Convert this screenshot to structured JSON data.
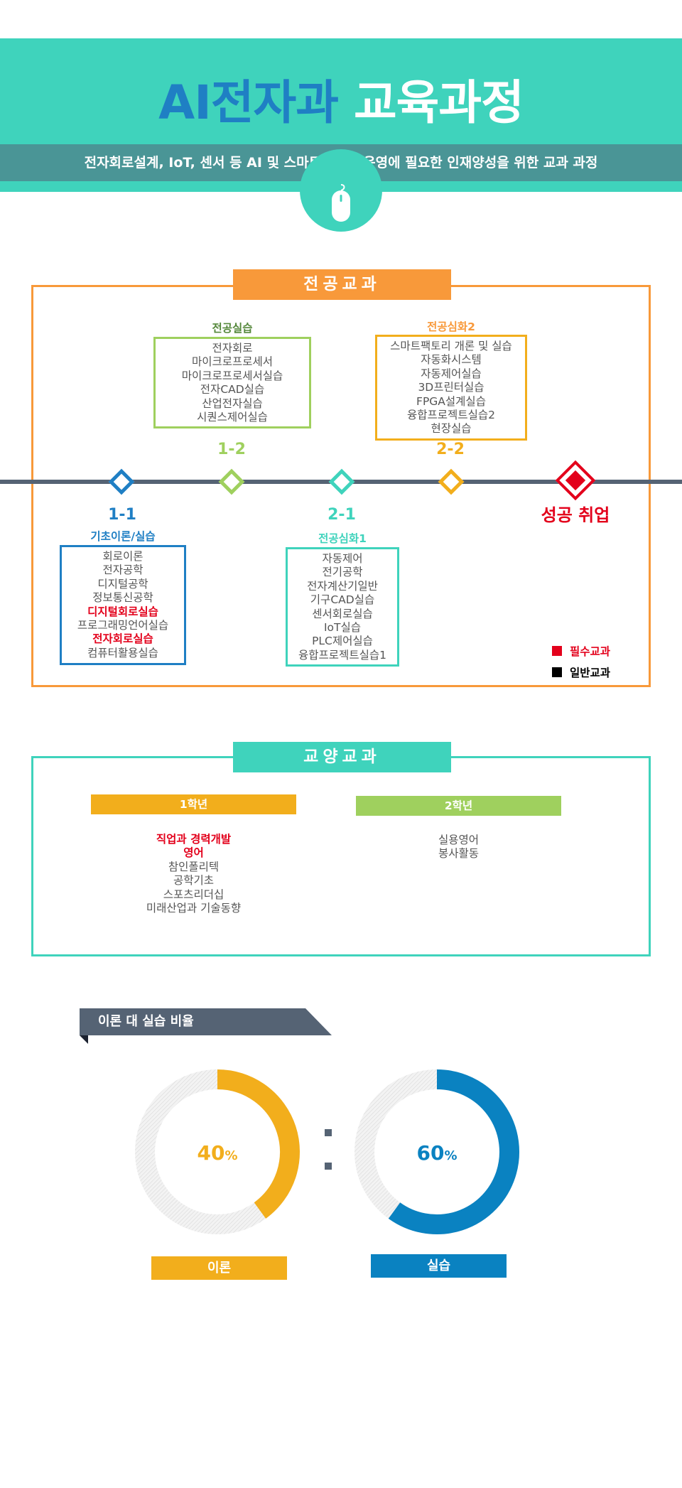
{
  "header": {
    "title_part1": "AI전자과",
    "title_part2": "교육과정",
    "subtitle": "전자회로설계, IoT, 센서 등 AI 및 스마트팩토리 운영에 필요한 인재양성을 위한 교과 과정",
    "icon": "computer-mouse-icon"
  },
  "major": {
    "title": "전공교과",
    "semesters": {
      "s11": {
        "label": "1-1",
        "group": "기초이론/실습",
        "color": "#1f7fc4",
        "items": [
          {
            "text": "회로이론",
            "required": false
          },
          {
            "text": "전자공학",
            "required": false
          },
          {
            "text": "디지털공학",
            "required": false
          },
          {
            "text": "정보통신공학",
            "required": false
          },
          {
            "text": "디지털회로실습",
            "required": true
          },
          {
            "text": "프로그래밍언어실습",
            "required": false
          },
          {
            "text": "전자회로실습",
            "required": true
          },
          {
            "text": "컴퓨터활용실습",
            "required": false
          }
        ]
      },
      "s12": {
        "label": "1-2",
        "group": "전공실습",
        "color": "#9fd05e",
        "items": [
          {
            "text": "전자회로",
            "required": false
          },
          {
            "text": "마이크로프로세서",
            "required": false
          },
          {
            "text": "마이크로프로세서실습",
            "required": false
          },
          {
            "text": "전자CAD실습",
            "required": false
          },
          {
            "text": "산업전자실습",
            "required": false
          },
          {
            "text": "시퀀스제어실습",
            "required": false
          }
        ]
      },
      "s21": {
        "label": "2-1",
        "group": "전공심화1",
        "color": "#3fd3bc",
        "items": [
          {
            "text": "자동제어",
            "required": false
          },
          {
            "text": "전기공학",
            "required": false
          },
          {
            "text": "전자계산기일반",
            "required": false
          },
          {
            "text": "기구CAD실습",
            "required": false
          },
          {
            "text": "센서회로실습",
            "required": false
          },
          {
            "text": "IoT실습",
            "required": false
          },
          {
            "text": "PLC제어실습",
            "required": false
          },
          {
            "text": "융합프로젝트실습1",
            "required": false
          }
        ]
      },
      "s22": {
        "label": "2-2",
        "group": "전공심화2",
        "color": "#f2ae1c",
        "items": [
          {
            "text": "스마트팩토리 개론 및 실습",
            "required": false
          },
          {
            "text": "자동화시스템",
            "required": false
          },
          {
            "text": "자동제어실습",
            "required": false
          },
          {
            "text": "3D프린터실습",
            "required": false
          },
          {
            "text": "FPGA설계실습",
            "required": false
          },
          {
            "text": "융합프로젝트실습2",
            "required": false
          },
          {
            "text": "현장실습",
            "required": false
          }
        ]
      }
    },
    "goal": "성공 취업",
    "legend": {
      "required": {
        "label": "필수교과",
        "color": "#e3001b"
      },
      "general": {
        "label": "일반교과",
        "color": "#000000"
      }
    },
    "colors": {
      "accent": "#f8993a",
      "timeline": "#556374",
      "required": "#e3001b"
    }
  },
  "liberal": {
    "title": "교양교과",
    "year1": {
      "label": "1학년",
      "color": "#f2ae1c",
      "items": [
        {
          "text": "직업과 경력개발",
          "required": true
        },
        {
          "text": "영어",
          "required": true
        },
        {
          "text": "참인폴리텍",
          "required": false
        },
        {
          "text": "공학기초",
          "required": false
        },
        {
          "text": "스포츠리더십",
          "required": false
        },
        {
          "text": "미래산업과 기술동향",
          "required": false
        }
      ]
    },
    "year2": {
      "label": "2학년",
      "color": "#9fd05e",
      "items": [
        {
          "text": "실용영어",
          "required": false
        },
        {
          "text": "봉사활동",
          "required": false
        }
      ]
    },
    "color": "#3fd3bc"
  },
  "ratio": {
    "title": "이론 대 실습 비율",
    "theory": {
      "label": "이론",
      "percent": 40,
      "unit": "%",
      "color": "#f2ae1c"
    },
    "practice": {
      "label": "실습",
      "percent": 60,
      "unit": "%",
      "color": "#0a82c1"
    }
  }
}
